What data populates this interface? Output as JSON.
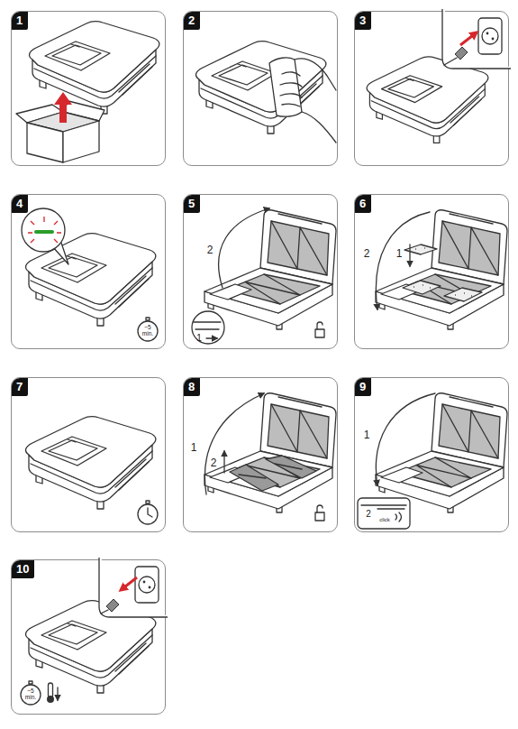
{
  "diagram": {
    "nodes": [
      {
        "text": [
          "1"
        ]
      },
      {
        "text": [
          "2"
        ]
      },
      {
        "text": [
          "3"
        ]
      },
      {
        "text": [
          "4"
        ]
      },
      {
        "text": [
          "5"
        ]
      },
      {
        "text": [
          "6"
        ]
      },
      {
        "text": [
          "7"
        ]
      },
      {
        "text": [
          "8"
        ]
      },
      {
        "text": [
          "9"
        ]
      },
      {
        "text": [
          "10"
        ]
      }
    ],
    "labels": [
      "~5 min.",
      "2",
      "1",
      "2",
      "1",
      "1",
      "2",
      "1",
      "2",
      "click",
      "~5 min."
    ]
  }
}
